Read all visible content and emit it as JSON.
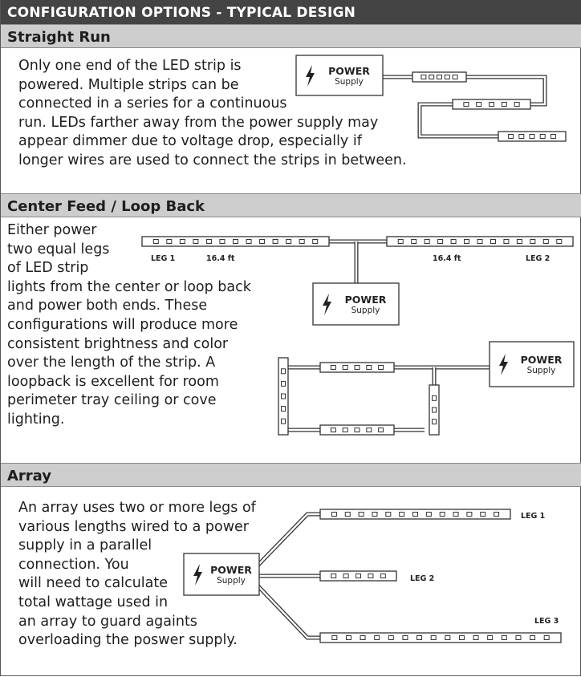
{
  "title": "CONFIGURATION OPTIONS - TYPICAL DESIGN",
  "sections": {
    "straight": {
      "heading": "Straight Run",
      "lines": [
        "Only one end of the LED strip is",
        "powered. Multiple strips can be",
        "connected in a series for a continuous",
        "run. LEDs farther away from the power supply may",
        "appear dimmer due to voltage drop, especially if",
        "longer wires are used to connect the strips in between."
      ]
    },
    "center": {
      "heading": "Center Feed / Loop Back",
      "lines": [
        "Either power",
        "two equal legs",
        "of LED strip",
        "lights from the center or loop back",
        "and power both ends. These",
        "configurations will produce more",
        "consistent brightness and color",
        "over the length of the strip. A",
        "loopback is excellent for room",
        "perimeter tray ceiling or cove",
        "lighting."
      ],
      "leg1": "LEG 1",
      "leg2": "LEG 2",
      "length1": "16.4 ft",
      "length2": "16.4 ft"
    },
    "array": {
      "heading": "Array",
      "lines": [
        "An array uses two or more legs of",
        "various lengths wired to a power",
        "supply in a parallel",
        "connection. You",
        "will need to calculate",
        "total wattage used in",
        "an array to guard againts",
        "overloading the poswer supply."
      ],
      "leg1": "LEG 1",
      "leg2": "LEG 2",
      "leg3": "LEG 3"
    }
  },
  "power_box": {
    "title": "POWER",
    "subtitle": "Supply"
  },
  "colors": {
    "header_bg": "#444444",
    "section_bg": "#cdcdcd",
    "line": "#333333"
  },
  "icons": {
    "power": "lightning-bolt-icon",
    "led": "led-strip-icon"
  }
}
